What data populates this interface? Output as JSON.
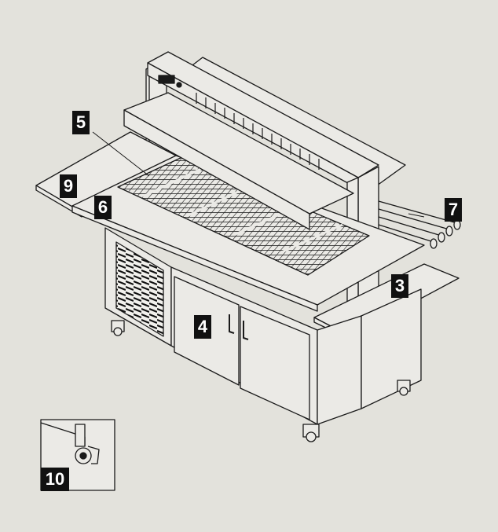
{
  "colors": {
    "background": "#e3e2dc",
    "line": "#1a1a1a",
    "surface": "#ebeae6",
    "grid": "#2a2a2a",
    "label_bg": "#111111",
    "label_text": "#ffffff"
  },
  "callouts": {
    "c3": "3",
    "c4": "4",
    "c5": "5",
    "c6": "6",
    "c7": "7",
    "c9": "9",
    "c10": "10"
  }
}
